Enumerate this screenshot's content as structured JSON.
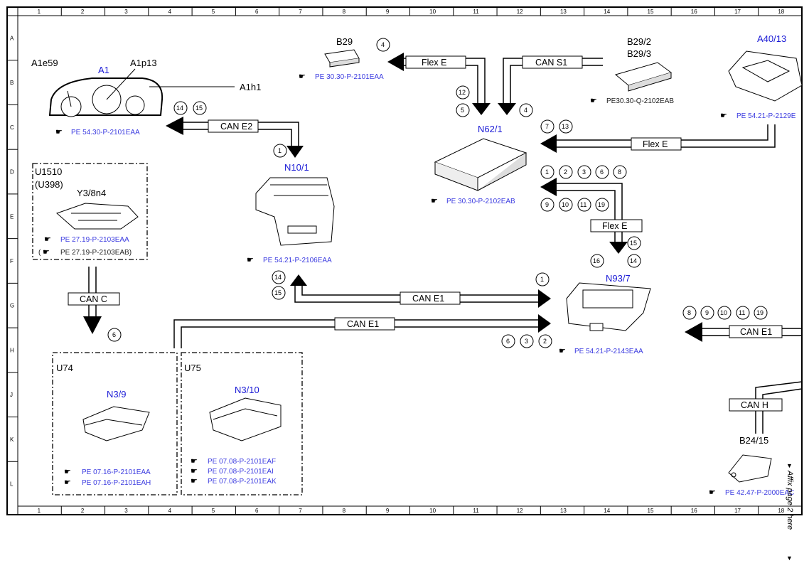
{
  "grid": {
    "columns": [
      "1",
      "2",
      "3",
      "4",
      "5",
      "6",
      "7",
      "8",
      "9",
      "10",
      "11",
      "12",
      "13",
      "14",
      "15",
      "16",
      "17",
      "18"
    ],
    "rows": [
      "A",
      "B",
      "C",
      "D",
      "E",
      "F",
      "G",
      "H",
      "J",
      "K",
      "L"
    ]
  },
  "components": {
    "a1": {
      "code": "A1",
      "sub_left": "A1e59",
      "sub_right": "A1p13",
      "sub_line": "A1h1",
      "ref": "PE 54.30-P-2101EAA"
    },
    "b29": {
      "code": "B29",
      "ref": "PE 30.30-P-2101EAA"
    },
    "b29_2": {
      "code_a": "B29/2",
      "code_b": "B29/3",
      "ref": "PE30.30-Q-2102EAB"
    },
    "a40_13": {
      "code": "A40/13",
      "ref": "PE 54.21-P-2129E"
    },
    "n62_1": {
      "code": "N62/1",
      "ref": "PE 30.30-P-2102EAB"
    },
    "n10_1": {
      "code": "N10/1",
      "ref": "PE 54.21-P-2106EAA"
    },
    "u1510": {
      "code_a": "U1510",
      "code_b": "(U398)",
      "code_c": "Y3/8n4",
      "ref_a": "PE 27.19-P-2103EAA",
      "ref_b": "PE 27.19-P-2103EAB)",
      "ref_b_prefix": "("
    },
    "n93_7": {
      "code": "N93/7",
      "ref": "PE 54.21-P-2143EAA"
    },
    "u74": {
      "code": "U74",
      "module": "N3/9",
      "ref_a": "PE 07.16-P-2101EAA",
      "ref_b": "PE 07.16-P-2101EAH"
    },
    "u75": {
      "code": "U75",
      "module": "N3/10",
      "ref_a": "PE 07.08-P-2101EAF",
      "ref_b": "PE 07.08-P-2101EAI",
      "ref_c": "PE 07.08-P-2101EAK"
    },
    "b24_15": {
      "code": "B24/15",
      "ref": "PE 42.47-P-2000EAC"
    }
  },
  "buses": {
    "can_e2": "CAN E2",
    "flex_e_top": "Flex E",
    "can_s1": "CAN S1",
    "flex_e_right": "Flex E",
    "flex_e_mid": "Flex E",
    "can_c": "CAN C",
    "can_e1_upper": "CAN E1",
    "can_e1_lower": "CAN E1",
    "can_e1_right": "CAN E1",
    "can_h": "CAN H"
  },
  "pins": {
    "b29_4": "4",
    "n62_12": "12",
    "n62_5": "5",
    "n62_4": "4",
    "a40_7": "7",
    "a40_13": "13",
    "a1_14": "14",
    "a1_15": "15",
    "n10_1": "1",
    "n62_out": [
      "1",
      "2",
      "3",
      "6",
      "8"
    ],
    "n62_in": [
      "9",
      "10",
      "11",
      "19"
    ],
    "flex_15": "15",
    "flex_14": "14",
    "flex_16": "16",
    "n10_14": "14",
    "n10_15": "15",
    "n93_1": "1",
    "n93_6": "6",
    "n93_3": "3",
    "n93_2": "2",
    "right_in": [
      "8",
      "9",
      "10",
      "11",
      "19"
    ],
    "canc_6": "6"
  },
  "side_note": "Affix page 2 here",
  "colors": {
    "component_blue": "#1a1ad6",
    "reference_blue": "#3b3be0",
    "line": "#000000"
  }
}
